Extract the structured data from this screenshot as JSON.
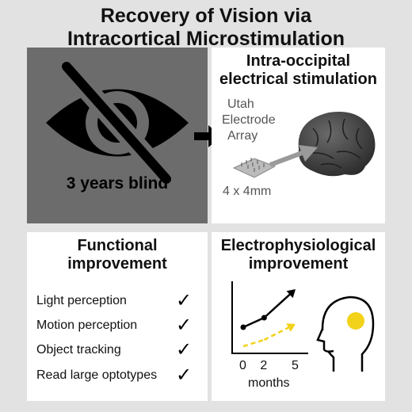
{
  "title": {
    "line1": "Recovery of Vision via",
    "line2": "Intracortical Microstimulation"
  },
  "blind_panel": {
    "label": "3 years blind",
    "icon": "crossed-eye-icon"
  },
  "stimulation_panel": {
    "title_line1": "Intra-occipital",
    "title_line2": "electrical stimulation",
    "device_line1": "Utah",
    "device_line2": "Electrode",
    "device_line3": "Array",
    "size": "4 x 4mm",
    "icons": [
      "electrode-array-icon",
      "brain-icon"
    ]
  },
  "functional_panel": {
    "title_line1": "Functional",
    "title_line2": "improvement",
    "items": [
      {
        "label": "Light perception",
        "check": "✓"
      },
      {
        "label": "Motion perception",
        "check": "✓"
      },
      {
        "label": "Object tracking",
        "check": "✓"
      },
      {
        "label": "Read large optotypes",
        "check": "✓"
      }
    ]
  },
  "electro_panel": {
    "title_line1": "Electrophysiological",
    "title_line2": "improvement",
    "head_icon": "head-profile-icon"
  },
  "colors": {
    "background": "#e2e2e2",
    "blind_panel": "#6c6c6c",
    "accent_yellow": "#f2d21a"
  },
  "chart_data": {
    "type": "line",
    "xlabel": "months",
    "x_ticks": [
      "0",
      "2",
      "5"
    ],
    "xlim": [
      0,
      5
    ],
    "series": [
      {
        "style": "solid-black",
        "x": [
          0,
          2,
          5
        ],
        "y": [
          0.35,
          0.5,
          0.95
        ]
      },
      {
        "style": "dashed-yellow",
        "x": [
          0,
          2,
          5
        ],
        "y": [
          0.05,
          0.15,
          0.4
        ]
      }
    ]
  }
}
